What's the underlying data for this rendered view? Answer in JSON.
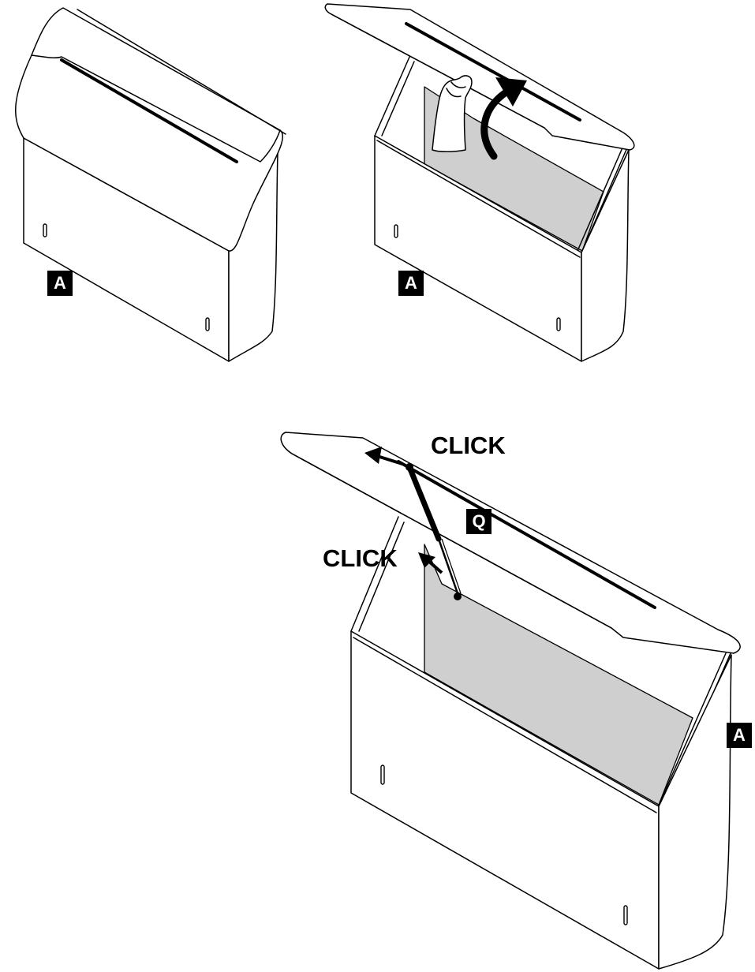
{
  "figure": {
    "step1": {
      "label_a": "A"
    },
    "step2": {
      "label_a": "A"
    },
    "step3": {
      "label_a": "A",
      "label_q": "Q",
      "click_top": "CLICK",
      "click_left": "CLICK"
    }
  },
  "colors": {
    "line": "#000000",
    "label_background": "#000000",
    "label_text": "#ffffff",
    "interior_fill": "#cfcfcf"
  },
  "icons": [
    "hand-icon",
    "curved-arrow-icon",
    "gas-strut-icon",
    "arrow-icon"
  ]
}
